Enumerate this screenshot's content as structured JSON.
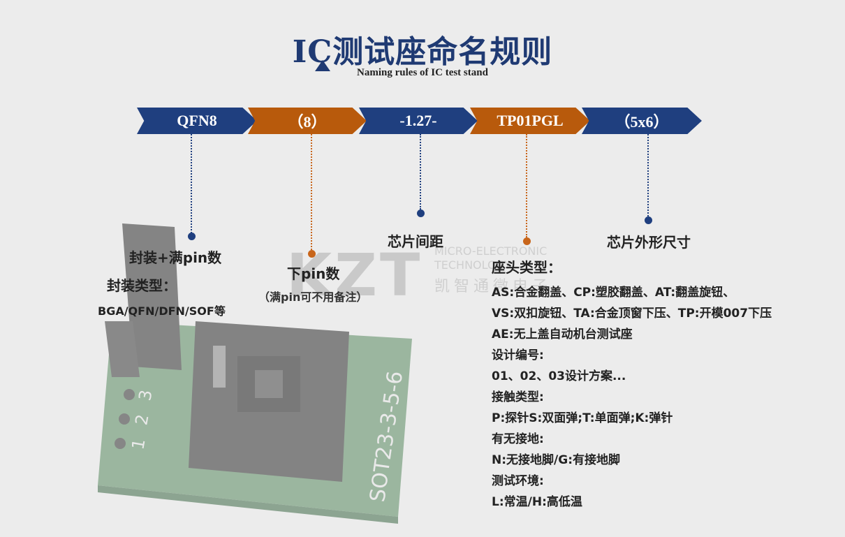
{
  "header": {
    "title": "IC测试座命名规则",
    "subtitle": "Naming rules of IC test stand"
  },
  "segments": [
    {
      "label": "QFN8",
      "color": "blue"
    },
    {
      "label": "（8）",
      "color": "orange"
    },
    {
      "label": "-1.27-",
      "color": "blue"
    },
    {
      "label": "TP01PGL",
      "color": "orange"
    },
    {
      "label": "（5x6）",
      "color": "blue"
    }
  ],
  "labels": {
    "package": "封装+满pin数",
    "package_type_heading": "封装类型：",
    "package_types": "BGA/QFN/DFN/SOF等",
    "pin_count": "下pin数",
    "pin_note": "（满pin可不用备注）",
    "pitch": "芯片间距",
    "size": "芯片外形尺寸"
  },
  "info": [
    "座头类型：",
    "AS:合金翻盖、CP:塑胶翻盖、AT:翻盖旋钮、",
    "VS:双扣旋钮、TA:合金顶窗下压、TP:开模007下压",
    "AE:无上盖自动机台测试座",
    "设计编号:",
    "01、02、03设计方案...",
    "接触类型:",
    "P:探针S:双面弹;T:单面弹;K:弹针",
    "有无接地:",
    "N:无接地脚/G:有接地脚",
    "测试环境:",
    "L:常温/H:高低温"
  ],
  "watermark": {
    "brand": "KZT",
    "en_line1": "MICRO-ELECTRONIC",
    "en_line2": "TECHNOLOGY",
    "cn": "凯智通微电子"
  },
  "board": {
    "marking": "SOT23-3-5-6",
    "pins": [
      "3",
      "2",
      "1"
    ]
  },
  "colors": {
    "blue": "#1f3f7f",
    "orange": "#b85a0c",
    "background": "#ececec"
  }
}
